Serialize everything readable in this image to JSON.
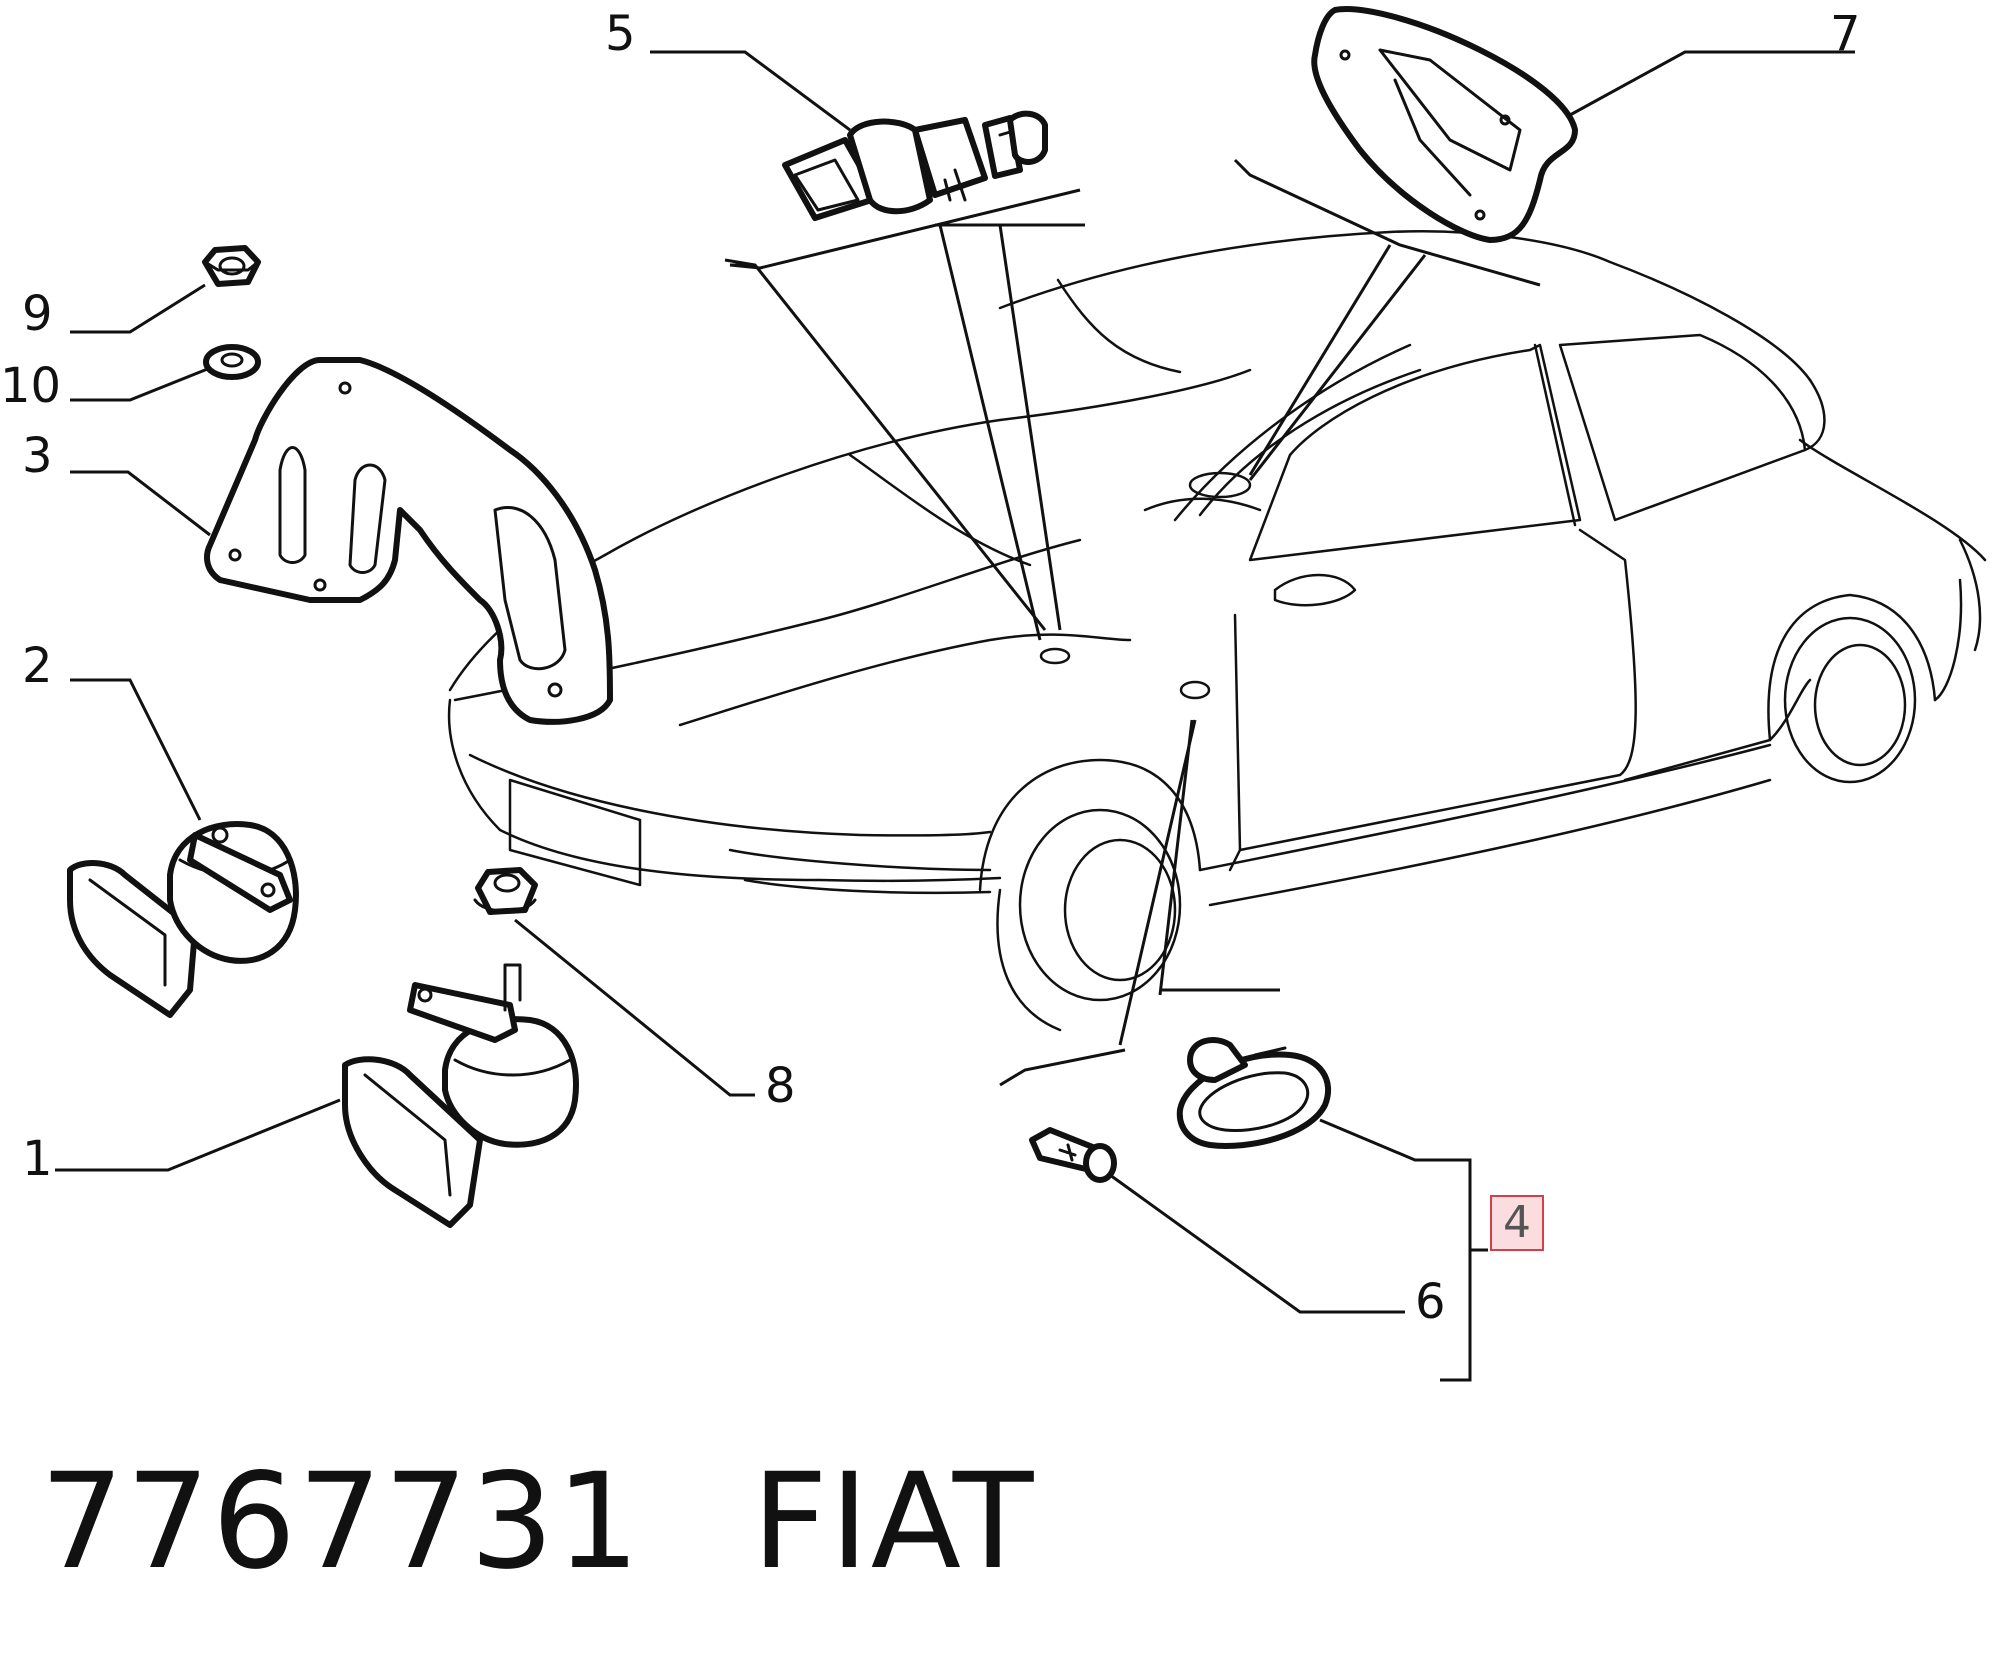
{
  "callouts": {
    "c1": "1",
    "c2": "2",
    "c3": "3",
    "c4": "4",
    "c5": "5",
    "c6": "6",
    "c7": "7",
    "c8": "8",
    "c9": "9",
    "c10": "10"
  },
  "footer": {
    "part_number": "7767731",
    "brand": "FIAT"
  },
  "colors": {
    "line": "#111111",
    "highlight_fill": "#fbdde0",
    "highlight_border": "#d2404a"
  }
}
